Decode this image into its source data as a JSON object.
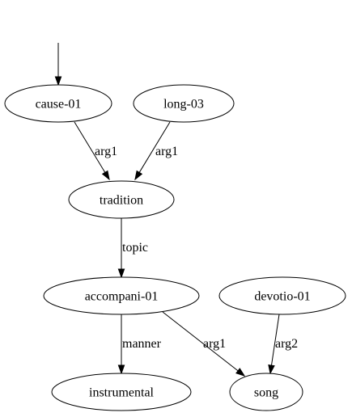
{
  "diagram": {
    "nodes": [
      {
        "id": "cause-01",
        "label": "cause-01"
      },
      {
        "id": "long-03",
        "label": "long-03"
      },
      {
        "id": "tradition",
        "label": "tradition"
      },
      {
        "id": "accompani-01",
        "label": "accompani-01"
      },
      {
        "id": "devotio-01",
        "label": "devotio-01"
      },
      {
        "id": "instrumental",
        "label": "instrumental"
      },
      {
        "id": "song",
        "label": "song"
      }
    ],
    "edges": [
      {
        "from": "",
        "to": "cause-01",
        "label": ""
      },
      {
        "from": "cause-01",
        "to": "tradition",
        "label": "arg1"
      },
      {
        "from": "long-03",
        "to": "tradition",
        "label": "arg1"
      },
      {
        "from": "tradition",
        "to": "accompani-01",
        "label": "topic"
      },
      {
        "from": "accompani-01",
        "to": "instrumental",
        "label": "manner"
      },
      {
        "from": "accompani-01",
        "to": "song",
        "label": "arg1"
      },
      {
        "from": "devotio-01",
        "to": "song",
        "label": "arg2"
      }
    ]
  }
}
